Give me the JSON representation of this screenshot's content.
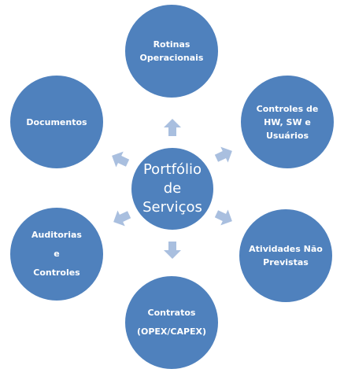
{
  "center": {
    "lines": [
      "Portfólio",
      "de",
      "Serviços"
    ],
    "fill": "#4f81bd"
  },
  "nodes": [
    {
      "name": "rotinas-operacionais",
      "lines": [
        "Rotinas",
        "Operacionais"
      ]
    },
    {
      "name": "controles-hw-sw-usuarios",
      "lines": [
        "Controles de",
        "HW, SW e",
        "Usuários"
      ]
    },
    {
      "name": "atividades-nao-previstas",
      "lines": [
        "Atividades Não",
        "Previstas"
      ]
    },
    {
      "name": "contratos-opex-capex",
      "lines": [
        "Contratos",
        "(OPEX/CAPEX)"
      ]
    },
    {
      "name": "auditorias-e-controles",
      "lines": [
        "Auditorias",
        "e",
        "Controles"
      ]
    },
    {
      "name": "documentos",
      "lines": [
        "Documentos"
      ]
    }
  ],
  "colors": {
    "node_fill": "#4f81bd",
    "node_stroke": "#ffffff",
    "arrow_fill": "#a9bfdf",
    "label_text": "#ffffff"
  }
}
